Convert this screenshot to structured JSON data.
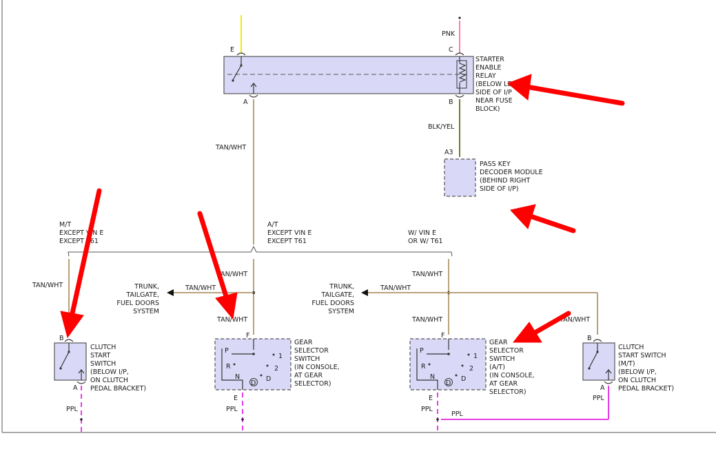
{
  "colors": {
    "component_fill": "#d9d9f7",
    "wire_yellow": "#f2ec00",
    "wire_pink": "#ff7aa8",
    "wire_tan": "#b8a27a",
    "wire_olive": "#6b7b2a",
    "wire_purple": "#e63ce6",
    "annotation_arrow": "#ff0000"
  },
  "relay": {
    "pin_e": "E",
    "pin_c": "C",
    "pin_a": "A",
    "pin_b": "B",
    "label_lines": [
      "STARTER",
      "ENABLE",
      "RELAY",
      "(BELOW LEFT",
      "SIDE OF I/P",
      "NEAR FUSE",
      "BLOCK)"
    ]
  },
  "wires": {
    "pnk": "PNK",
    "tan_wht": "TAN/WHT",
    "blk_yel": "BLK/YEL",
    "ppl": "PPL"
  },
  "decoder": {
    "pin": "A3",
    "label_lines": [
      "PASS KEY",
      "DECODER MODULE",
      "(BEHIND RIGHT",
      "SIDE OF I/P)"
    ]
  },
  "branches": {
    "mt": [
      "M/T",
      "EXCEPT VIN E",
      "EXCEPT T61"
    ],
    "at": [
      "A/T",
      "EXCEPT VIN E",
      "EXCEPT T61"
    ],
    "vin": [
      "W/ VIN E",
      "OR W/ T61"
    ]
  },
  "trunk_label": [
    "TRUNK,",
    "TAILGATE,",
    "FUEL DOORS",
    "SYSTEM"
  ],
  "clutch_left": {
    "pin_top": "B",
    "pin_bottom": "A",
    "label_lines": [
      "CLUTCH",
      "START",
      "SWITCH",
      "(BELOW I/P,",
      "ON CLUTCH",
      "PEDAL BRACKET)"
    ]
  },
  "gear_left": {
    "pin_top": "F",
    "pin_bottom": "E",
    "positions": [
      "P",
      "R",
      "N",
      "D",
      "1",
      "2",
      "D"
    ],
    "label_lines": [
      "GEAR",
      "SELECTOR",
      "SWITCH",
      "(IN CONSOLE,",
      "AT GEAR",
      "SELECTOR)"
    ]
  },
  "gear_right": {
    "pin_top": "F",
    "pin_bottom": "E",
    "positions": [
      "P",
      "R",
      "N",
      "D",
      "1",
      "2",
      "D"
    ],
    "label_lines": [
      "GEAR",
      "SELECTOR",
      "SWITCH",
      "(A/T)",
      "(IN CONSOLE,",
      "AT GEAR",
      "SELECTOR)"
    ]
  },
  "clutch_right": {
    "pin_top": "B",
    "pin_bottom": "A",
    "label_lines": [
      "CLUTCH",
      "START SWITCH",
      "(M/T)",
      "(BELOW I/P,",
      "ON CLUTCH",
      "PEDAL BRACKET)"
    ]
  }
}
